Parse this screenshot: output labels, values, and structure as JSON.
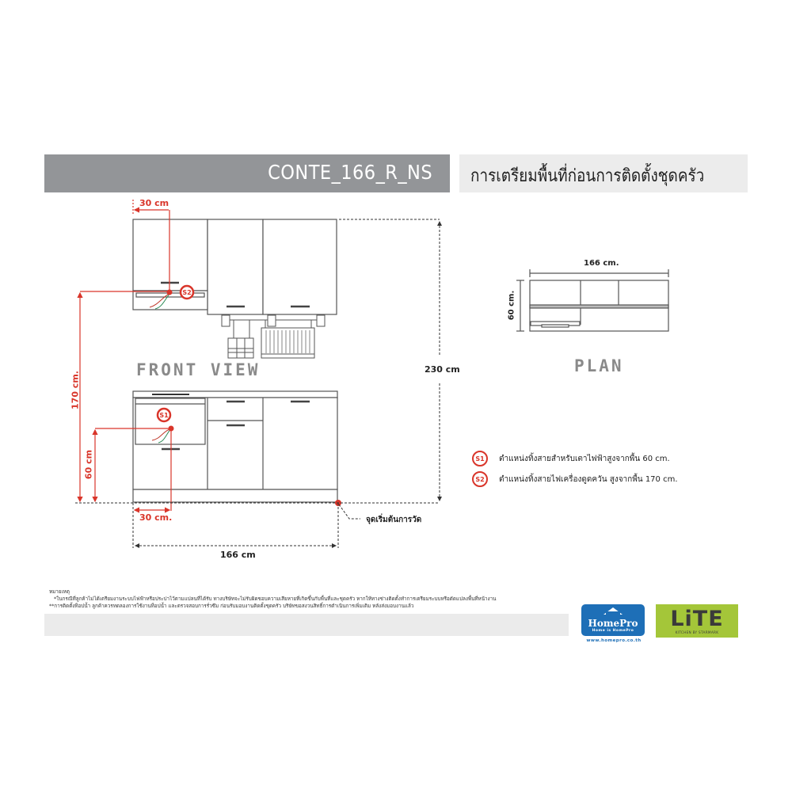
{
  "header": {
    "model_code": "CONTE_166_R_NS",
    "section_title": "การเตรียมพื้นที่ก่อนการติดตั้งชุดครัว"
  },
  "front_view": {
    "label": "FRONT VIEW",
    "dimensions": {
      "s2_horizontal": "30 cm",
      "s1_horizontal": "30 cm.",
      "s2_height": "170 cm.",
      "s1_height": "60 cm",
      "total_height": "230 cm",
      "total_width": "166 cm"
    },
    "markers": {
      "s1": "S1",
      "s2": "S2"
    },
    "origin_label": "จุดเริ่มต้นการวัด"
  },
  "plan_view": {
    "label": "PLAN",
    "width": "166 cm.",
    "depth": "60 cm."
  },
  "legend": {
    "items": [
      {
        "badge": "S1",
        "text": "ตำแหน่งทิ้งสายสำหรับเตาไฟฟ้าสูงจากพื้น 60 cm."
      },
      {
        "badge": "S2",
        "text": "ตำแหน่งทิ้งสายไฟเครื่องดูดควัน สูงจากพื้น 170 cm."
      }
    ]
  },
  "notes": {
    "heading": "หมายเหตุ",
    "lines": [
      "*ในกรณีที่ลูกค้าไม่ได้เตรียมงานระบบไฟฟ้าหรือประปาไว้ตามแปลนที่ได้รับ ทางบริษัทจะไม่รับผิดชอบความเสียหายที่เกิดขึ้นกับพื้นที่และชุดครัว  หากให้ทางช่างติดตั้งทำการเตรียมระบบหรือดัดแปลงพื้นที่หน้างาน",
      "**การติดตั้งท็อปน้ำ ลูกค้าควรทดลองการใช้งานท็อปน้ำ และตรวจสอบการรั่วซึม ก่อนรับมอบงานติดตั้งชุดครัว บริษัทขอสงวนสิทธิ์การดำเนินการเพิ่มเติม หลังส่งมอบงานแล้ว"
    ]
  },
  "logos": {
    "homepro": {
      "name": "HomePro",
      "tagline": "Home is HomePro",
      "url": "www.homepro.co.th",
      "color": "#1e6fb7"
    },
    "lite": {
      "name": "LiTE",
      "tagline": "KITCHEN BY STARMARK",
      "color": "#a4c639"
    }
  },
  "colors": {
    "header_gray": "#939598",
    "header_light": "#ececec",
    "dimension_red": "#d9352a",
    "line": "#444444"
  }
}
